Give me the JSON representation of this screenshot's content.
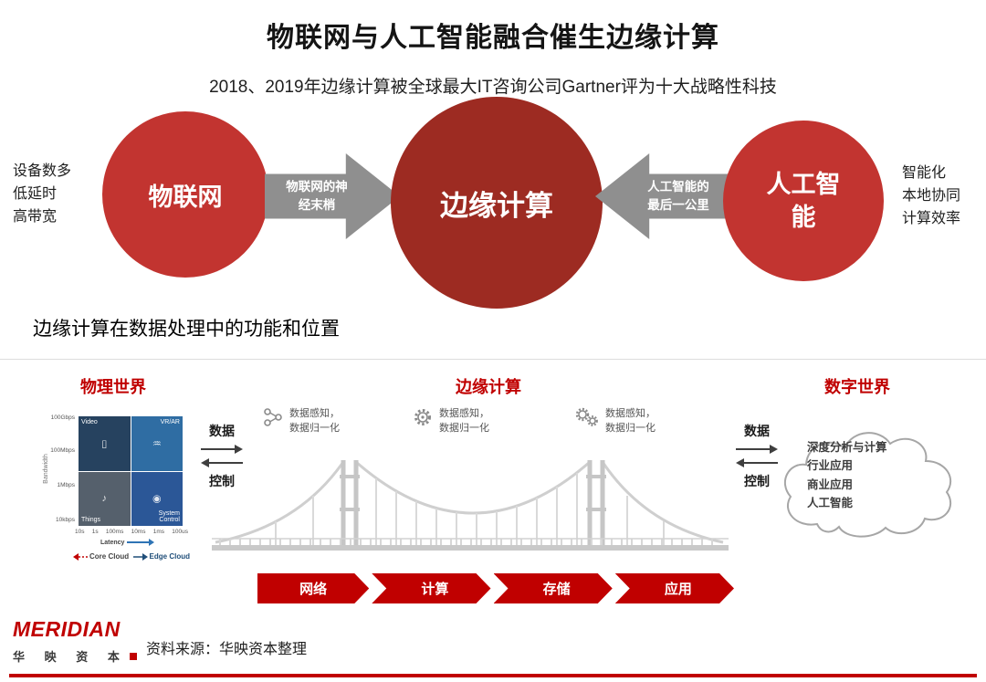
{
  "header": {
    "title": "物联网与人工智能融合催生边缘计算",
    "subtitle": "2018、2019年边缘计算被全球最大IT咨询公司Gartner评为十大战略性科技"
  },
  "fusion": {
    "left_notes": "设备数多\n低延时\n高带宽",
    "iot_label": "物联网",
    "arrow_iot_label": "物联网的神\n经末梢",
    "edge_label": "边缘计算",
    "arrow_ai_label": "人工智能的\n最后一公里",
    "ai_label": "人工智\n能",
    "right_notes": "智能化\n本地协同\n计算效率"
  },
  "section": {
    "title": "边缘计算在数据处理中的功能和位置"
  },
  "panel": {
    "columns": {
      "physical": "物理世界",
      "edge": "边缘计算",
      "digital": "数字世界"
    },
    "chart": {
      "ylabel": "Bandwidth",
      "yticks": [
        "100Gbps",
        "100Mbps",
        "1Mbps",
        "10kbps"
      ],
      "quadrants": [
        "Video",
        "VR/AR",
        "Things",
        "System Control"
      ],
      "xticks": [
        "10s",
        "1s",
        "100ms",
        "10ms",
        "1ms",
        "100us"
      ],
      "xlabel": "Latency",
      "core_label": "Core Cloud",
      "edge_label": "Edge Cloud"
    },
    "flow": {
      "data_label": "数据",
      "control_label": "控制"
    },
    "sense_text": "数据感知，\n数据归一化",
    "cloud_lines": [
      "深度分析与计算",
      "行业应用",
      "商业应用",
      "人工智能"
    ],
    "chevrons": [
      "网络",
      "计算",
      "存储",
      "应用"
    ]
  },
  "footer": {
    "logo": "MERIDIAN",
    "logo_sub": "华 映 资 本",
    "source": "资料来源：华映资本整理"
  },
  "colors": {
    "accent_red": "#c00000",
    "circle_red": "#c23430",
    "circle_dark_red": "#9d2b22",
    "arrow_gray": "#8f8f8f"
  }
}
